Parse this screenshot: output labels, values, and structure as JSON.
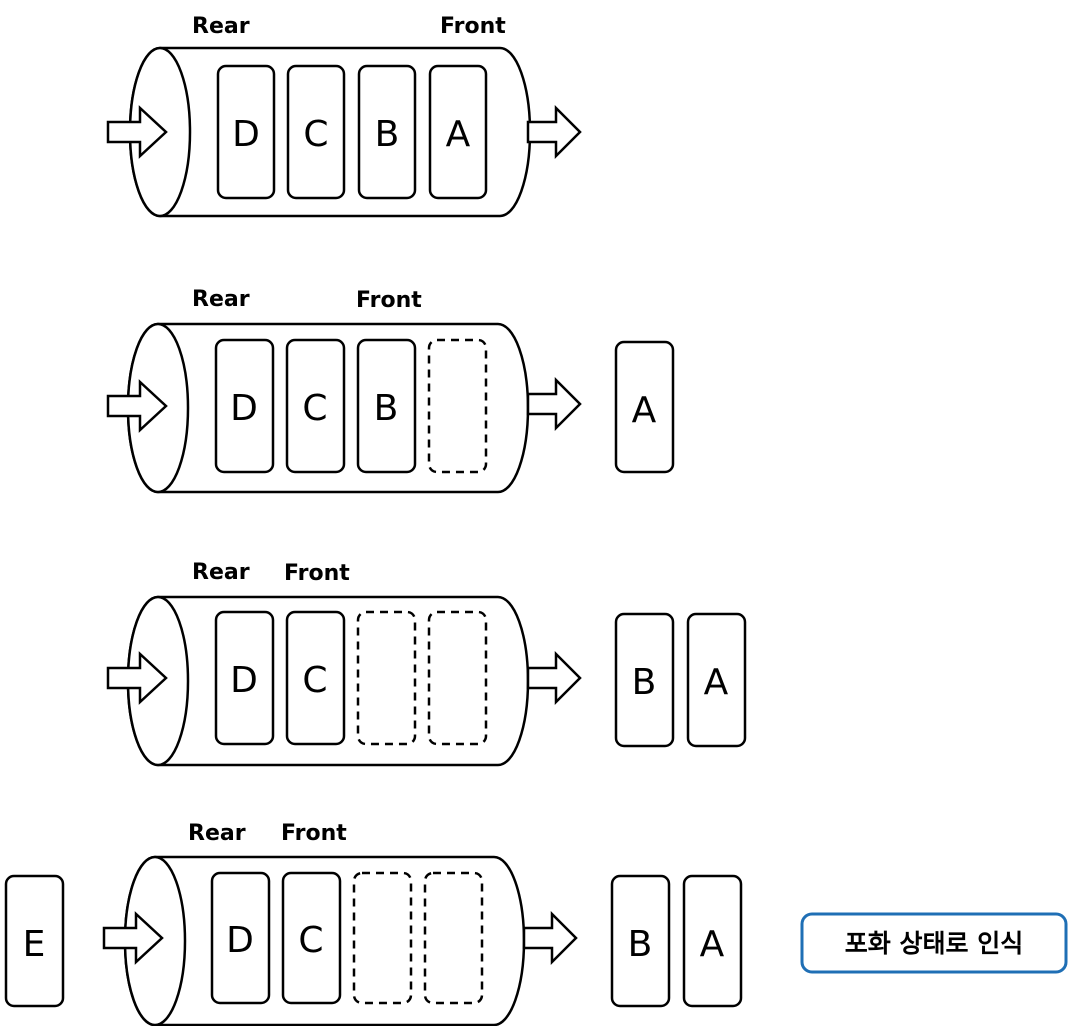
{
  "steps": [
    {
      "rear_label": "Rear",
      "front_label": "Front",
      "queue": [
        "D",
        "C",
        "B",
        "A"
      ],
      "waiting": "",
      "dequeued": []
    },
    {
      "rear_label": "Rear",
      "front_label": "Front",
      "queue": [
        "D",
        "C",
        "B",
        ""
      ],
      "waiting": "",
      "dequeued": [
        "A"
      ]
    },
    {
      "rear_label": "Rear",
      "front_label": "Front",
      "queue": [
        "D",
        "C",
        "",
        ""
      ],
      "waiting": "",
      "dequeued": [
        "B",
        "A"
      ]
    },
    {
      "rear_label": "Rear",
      "front_label": "Front",
      "queue": [
        "D",
        "C",
        "",
        ""
      ],
      "waiting": "E",
      "dequeued": [
        "B",
        "A"
      ]
    }
  ],
  "status_note": "포화 상태로 인식",
  "colors": {
    "note_border": "#1f6fb5",
    "stroke": "#000000"
  }
}
